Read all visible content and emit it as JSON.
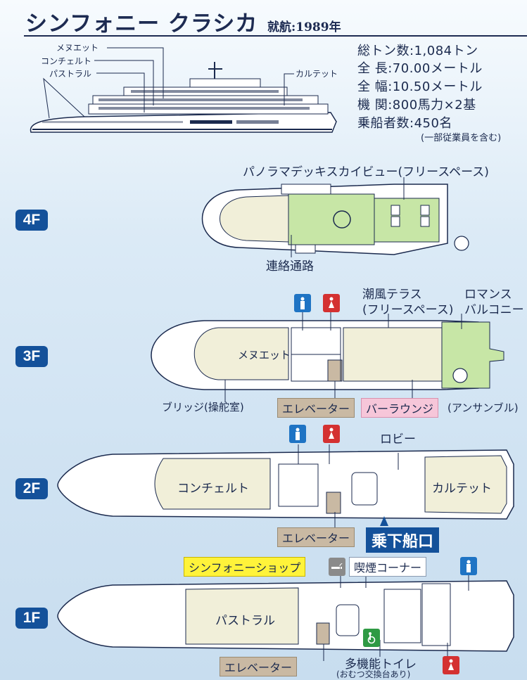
{
  "header": {
    "title": "シンフォニー クラシカ",
    "since": "就航:1989年"
  },
  "specs": [
    {
      "label": "総トン数",
      "value": ":1,084トン"
    },
    {
      "label": "全  長",
      "value": ":70.00メートル"
    },
    {
      "label": "全  幅",
      "value": ":10.50メートル"
    },
    {
      "label": "機  関",
      "value": ":800馬力×2基"
    },
    {
      "label": "乗船者数",
      "value": ":450名"
    }
  ],
  "specs_note": "(一部従業員を含む)",
  "profile_labels": {
    "menuet": "メヌエット",
    "concert": "コンチェルト",
    "pastoral": "パストラル",
    "quartet": "カルテット"
  },
  "floors": {
    "f4": {
      "badge": "4F",
      "panorama": "パノラマデッキスカイビュー(フリースペース)",
      "corridor": "連絡通路"
    },
    "f3": {
      "badge": "3F",
      "terrace_1": "潮風テラス",
      "terrace_2": "(フリースペース)",
      "balcony_1": "ロマンス",
      "balcony_2": "バルコニー",
      "menuet": "メヌエット",
      "bridge": "ブリッジ(操舵室)",
      "elevator": "エレベーター",
      "lounge": "バーラウンジ",
      "ensemble": "(アンサンブル)"
    },
    "f2": {
      "badge": "2F",
      "lobby": "ロビー",
      "concert": "コンチェルト",
      "quartet": "カルテット",
      "elevator": "エレベーター",
      "boarding": "乗下船口"
    },
    "f1": {
      "badge": "1F",
      "shop": "シンフォニーショップ",
      "smoking": "喫煙コーナー",
      "pastoral": "パストラル",
      "elevator": "エレベーター",
      "toilet_1": "多機能トイレ",
      "toilet_2": "(おむつ交換台あり)"
    }
  },
  "colors": {
    "navy": "#14519a",
    "room_fill": "#f1efd9",
    "deck_green": "#c7e6a6",
    "elevator": "#c9b9a3",
    "restroom_male": "#1f74c4",
    "restroom_female": "#d43131",
    "accessible": "#2f9a44"
  },
  "icons": [
    "restroom-male-icon",
    "restroom-female-icon",
    "accessible-icon",
    "smoking-icon"
  ]
}
